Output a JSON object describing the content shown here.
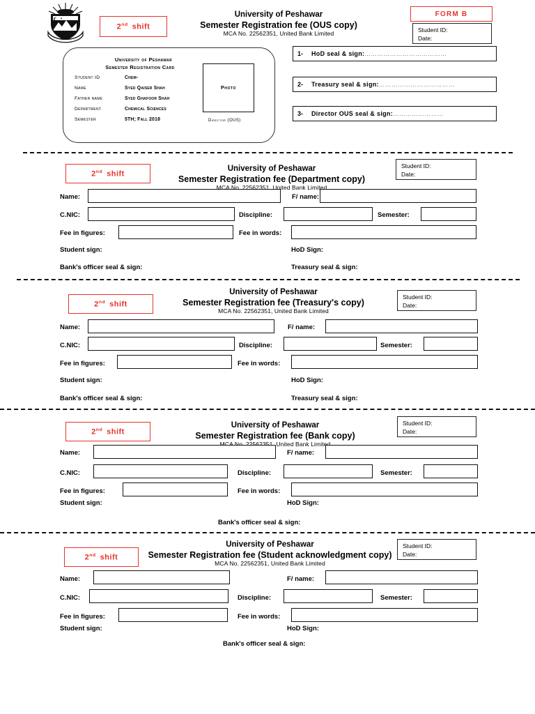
{
  "form_badge": "FORM B",
  "shift_label": {
    "num": "2",
    "sup": "nd",
    "word": "shift"
  },
  "student_id_box": {
    "id_label": "Student ID:",
    "date_label": "Date:"
  },
  "university": "University of Peshawar",
  "account_line": "MCA No. 22562351, United Bank Limited",
  "logo_name": "university-of-peshawar-crest",
  "sections": [
    {
      "key": "ous",
      "title": "Semester Registration fee (OUS copy)"
    },
    {
      "key": "department",
      "title": "Semester Registration fee (Department copy)"
    },
    {
      "key": "treasury",
      "title": "Semester Registration fee (Treasury's copy)"
    },
    {
      "key": "bank",
      "title": "Semester Registration fee (Bank copy)"
    },
    {
      "key": "student",
      "title": "Semester Registration fee (Student acknowledgment copy)"
    }
  ],
  "card": {
    "heading_line1": "University of Peshawar",
    "heading_line2": "Semester Registration Card",
    "rows": [
      {
        "label": "Student ID",
        "value": "Chem-"
      },
      {
        "label": "Name",
        "value": "Syed Qaiser Shah"
      },
      {
        "label": "Father name",
        "value": "Syed Ghafoor Shah"
      },
      {
        "label": "Department",
        "value": "Chemical Sciences"
      },
      {
        "label": "Semester",
        "value": "5TH; Fall 2018"
      }
    ],
    "photo_label": "Photo",
    "director_label": "Director (OUS)"
  },
  "seal_rows": [
    {
      "num": "1-",
      "text": "HoD seal & sign:",
      "dots": "…………………………………"
    },
    {
      "num": "2-",
      "text": "Treasury seal & sign:",
      "dots": "………………………………"
    },
    {
      "num": "3-",
      "text": "Director OUS seal & sign:",
      "dots": "……………………"
    }
  ],
  "fields": {
    "name": "Name:",
    "father_name": "F/ name:",
    "cnic": "C.NIC:",
    "discipline": "Discipline:",
    "semester": "Semester:",
    "fee_figures": "Fee in figures:",
    "fee_words": "Fee in words:"
  },
  "signatures": {
    "student_sign": "Student sign:",
    "hod_sign": "HoD Sign:",
    "bank_officer": "Bank's officer seal & sign:",
    "treasury": "Treasury seal & sign:"
  },
  "values": {
    "name": "",
    "father_name": "",
    "cnic": "",
    "discipline": "",
    "semester": "",
    "fee_figures": "",
    "fee_words": ""
  },
  "colors": {
    "accent_red": "#e8322a",
    "ink": "#111111"
  }
}
